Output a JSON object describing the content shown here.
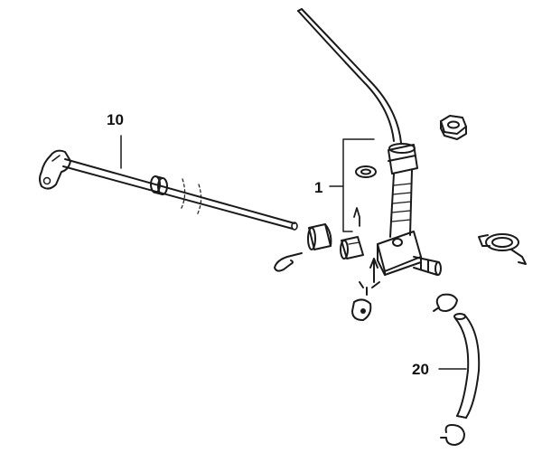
{
  "callouts": {
    "c10": "10",
    "c1": "1",
    "c20": "20"
  },
  "colors": {
    "ink": "#1a1a1a",
    "paper": "#ffffff",
    "shade": "#555555"
  }
}
